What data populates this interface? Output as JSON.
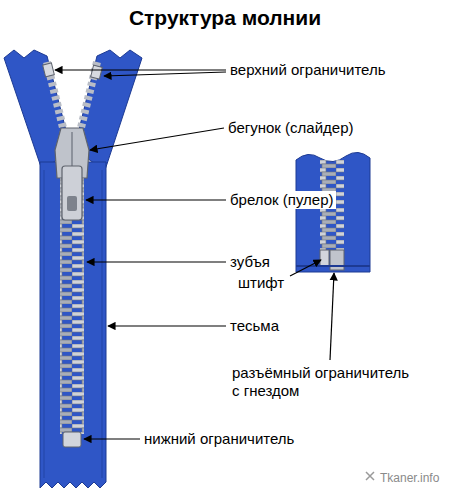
{
  "diagram": {
    "title": "Структура молнии",
    "labels": [
      "верхний ограничитель",
      "бегунок (слайдер)",
      "брелок (пулер)",
      "зубъя",
      "тесьма",
      "штифт",
      "разъёмный ограничитель с гнездом",
      "нижний ограничитель",
      "Tkaner.info"
    ]
  }
}
